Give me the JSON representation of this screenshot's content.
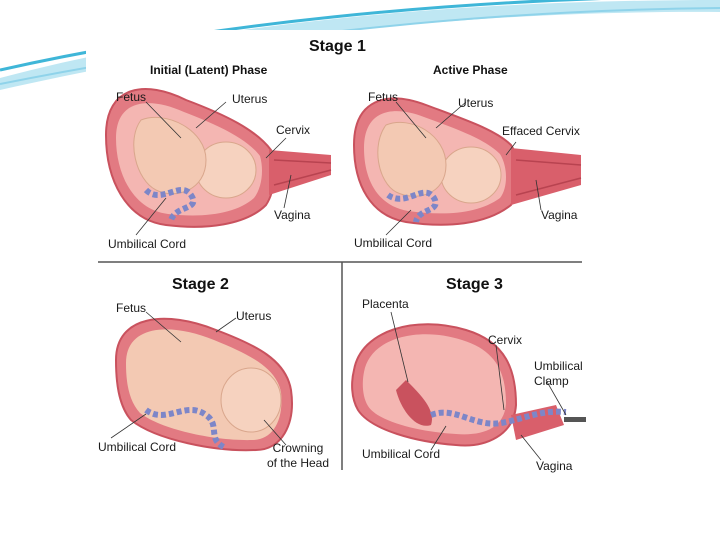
{
  "figure": {
    "stage1": {
      "title": "Stage 1",
      "initial": {
        "phase": "Initial (Latent) Phase",
        "fetus": "Fetus",
        "uterus": "Uterus",
        "cervix": "Cervix",
        "vagina": "Vagina",
        "cord": "Umbilical Cord"
      },
      "active": {
        "phase": "Active Phase",
        "fetus": "Fetus",
        "uterus": "Uterus",
        "cervix": "Effaced Cervix",
        "vagina": "Vagina",
        "cord": "Umbilical Cord"
      }
    },
    "stage2": {
      "title": "Stage 2",
      "fetus": "Fetus",
      "uterus": "Uterus",
      "cord": "Umbilical Cord",
      "crowning_line1": "Crowning",
      "crowning_line2": "of the Head"
    },
    "stage3": {
      "title": "Stage 3",
      "placenta": "Placenta",
      "cervix": "Cervix",
      "clamp_line1": "Umbilical",
      "clamp_line2": "Clamp",
      "cord": "Umbilical Cord",
      "vagina": "Vagina"
    }
  },
  "colors": {
    "uterus_wall": "#e0707a",
    "uterus_inner": "#f5b7b5",
    "fetus_skin": "#f6d2bf",
    "cord_blue": "#7d86c8",
    "cord_pink": "#e8a2b8",
    "swoosh": "#3fb6d8"
  }
}
